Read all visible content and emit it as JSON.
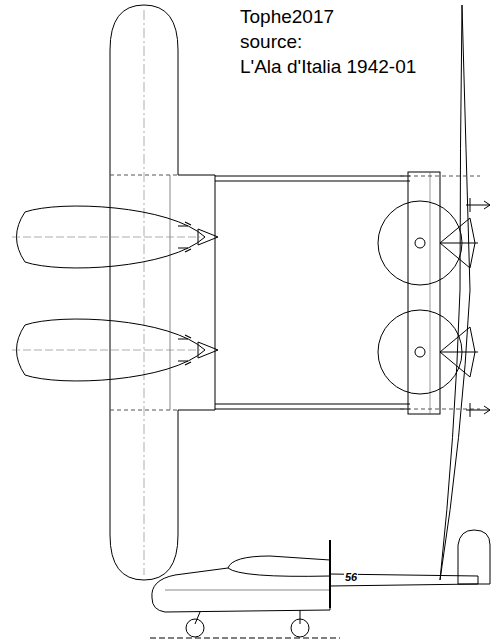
{
  "diagram": {
    "labels": [
      "Tophe2017",
      "source:",
      "L'Ala d'Italia 1942-01",
      "56"
    ]
  }
}
